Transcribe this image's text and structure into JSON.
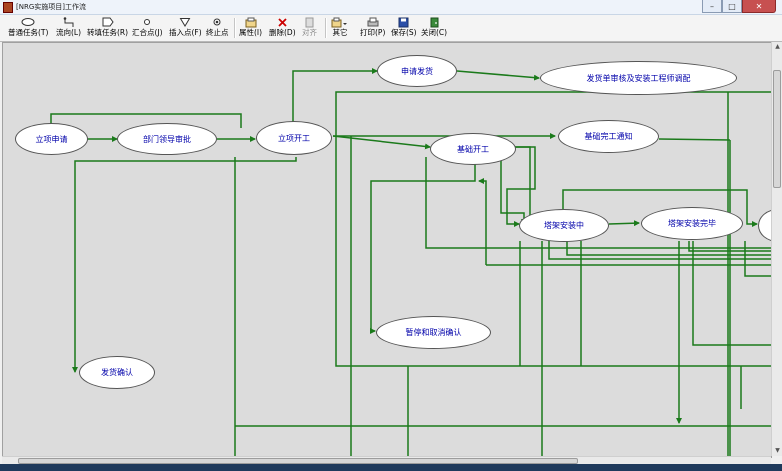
{
  "window": {
    "title": "[NRG实施项目]工作流"
  },
  "toolbar": {
    "items": [
      {
        "name": "normal-task-button",
        "icon": "ellipse-icon",
        "label": "普通任务(T)"
      },
      {
        "name": "flow-button",
        "icon": "connector-icon",
        "label": "流向(L)"
      },
      {
        "name": "convert-task-button",
        "icon": "pentagon-icon",
        "label": "转填任务(R)"
      },
      {
        "name": "merge-point-button",
        "icon": "circle-icon",
        "label": "汇合点(J)"
      },
      {
        "name": "insert-point-button",
        "icon": "triangle-down-icon",
        "label": "插入点(F)"
      },
      {
        "name": "end-point-button",
        "icon": "end-icon",
        "label": "终止点"
      },
      {
        "name": "properties-button",
        "icon": "properties-icon",
        "label": "属性(I)"
      },
      {
        "name": "delete-button",
        "icon": "delete-x-icon",
        "label": "删除(D)"
      },
      {
        "name": "align-button",
        "icon": "align-icon",
        "label": "对齐",
        "disabled": true
      },
      {
        "name": "other-button",
        "icon": "other-icon",
        "label": "其它"
      },
      {
        "name": "print-button",
        "icon": "printer-icon",
        "label": "打印(P)"
      },
      {
        "name": "save-button",
        "icon": "floppy-icon",
        "label": "保存(S)"
      },
      {
        "name": "close-button",
        "icon": "exit-door-icon",
        "label": "关闭(C)"
      }
    ]
  },
  "nodes": [
    {
      "id": "n1",
      "label": "立项申请"
    },
    {
      "id": "n2",
      "label": "部门领导审批"
    },
    {
      "id": "n3",
      "label": "立项开工"
    },
    {
      "id": "n4",
      "label": "申请发货"
    },
    {
      "id": "n5",
      "label": "发货单审核及安装工程师调配"
    },
    {
      "id": "n6",
      "label": "基础开工"
    },
    {
      "id": "n7",
      "label": "基础完工通知"
    },
    {
      "id": "n8",
      "label": "塔架安装中"
    },
    {
      "id": "n9",
      "label": "塔架安装完毕"
    },
    {
      "id": "n10",
      "label": "暂停和取消确认"
    },
    {
      "id": "n11",
      "label": "发货确认"
    },
    {
      "id": "n12",
      "label": ""
    }
  ],
  "colors": {
    "flow_line": "#1b7a1b",
    "node_text": "#0000aa",
    "canvas_bg": "#dcdcdc"
  }
}
